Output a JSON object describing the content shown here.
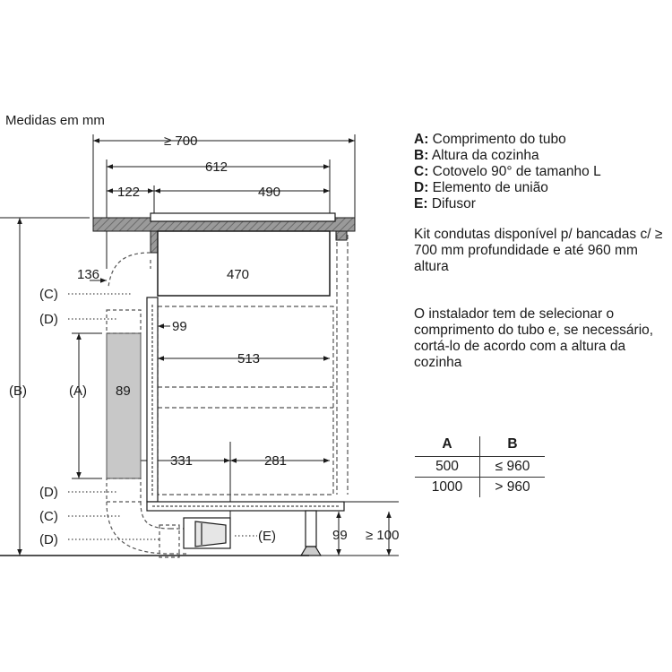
{
  "caption": "Medidas em mm",
  "dimensions": {
    "overall_width": "≥ 700",
    "inner_width": "612",
    "left_offset": "122",
    "cooktop_width": "490",
    "side_offset": "136",
    "unit_width": "470",
    "wall_gap": "99",
    "cabinet_width": "513",
    "duct_depth": "89",
    "duct_to_center": "331",
    "center_to_right": "281",
    "plinth_height": "99",
    "min_plinth_height": "≥ 100"
  },
  "labels": {
    "c_top": "(C)",
    "d_top": "(D)",
    "a": "(A)",
    "b": "(B)",
    "d_mid": "(D)",
    "c_bottom": "(C)",
    "d_bottom": "(D)",
    "e": "(E)"
  },
  "legend": [
    {
      "key": "A:",
      "text": "Comprimento do tubo"
    },
    {
      "key": "B:",
      "text": "Altura da cozinha"
    },
    {
      "key": "C:",
      "text": "Cotovelo 90° de tamanho L"
    },
    {
      "key": "D:",
      "text": "Elemento de união"
    },
    {
      "key": "E:",
      "text": "Difusor"
    }
  ],
  "note_kit": "Kit condutas disponível p/ bancadas c/ ≥ 700 mm profundidade e até 960 mm altura",
  "note_installer": "O instalador tem de selecionar o comprimento do tubo e, se necessário, cortá-lo de acordo com a altura da cozinha",
  "table": {
    "headers": [
      "A",
      "B"
    ],
    "rows": [
      [
        "500",
        "≤ 960"
      ],
      [
        "1000",
        "> 960"
      ]
    ]
  },
  "colors": {
    "line": "#1a1a1a",
    "worktop": "#a8a8a8",
    "duct": "#c8c8c8",
    "dashed": "#555555"
  }
}
